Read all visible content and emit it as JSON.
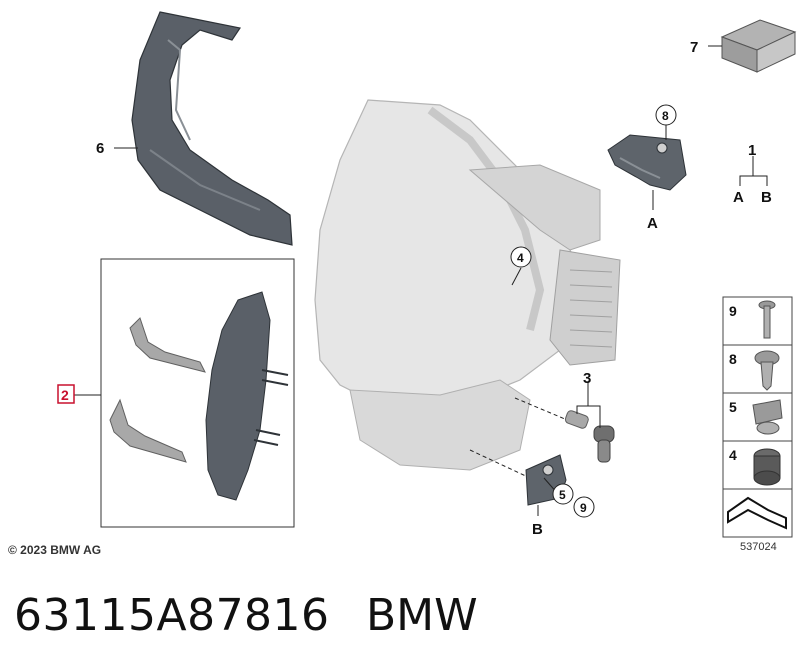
{
  "copyright": "© 2023 BMW AG",
  "figure_number": "537024",
  "part_number": "63115A87816",
  "brand": "BMW",
  "callouts": {
    "c1": "1",
    "c1a": "A",
    "c1b": "B",
    "c2": "2",
    "c3": "3",
    "c4": "4",
    "c5": "5",
    "c6": "6",
    "c7": "7",
    "c8": "8",
    "c9": "9",
    "conn_a": "A",
    "conn_b": "B",
    "legend_9": "9",
    "legend_8": "8",
    "legend_5": "5",
    "legend_4": "4"
  },
  "highlight_color": "#c8102e"
}
